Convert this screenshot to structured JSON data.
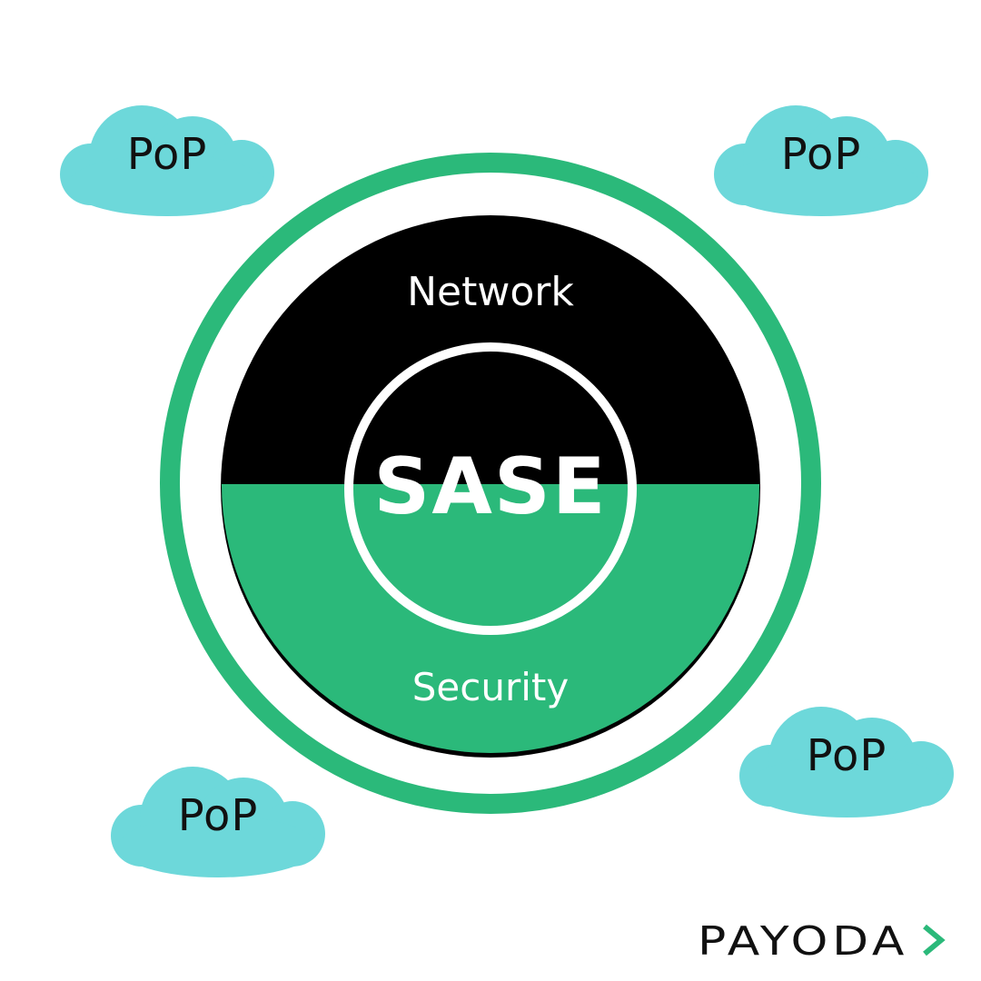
{
  "diagram": {
    "center_label": "SASE",
    "top_half_label": "Network",
    "bottom_half_label": "Security"
  },
  "pops": [
    {
      "label": "PoP"
    },
    {
      "label": "PoP"
    },
    {
      "label": "PoP"
    },
    {
      "label": "PoP"
    }
  ],
  "logo": {
    "text": "PAYODA"
  },
  "colors": {
    "accent_green": "#2bb97a",
    "cloud": "#6dd8da",
    "network_half": "#000000",
    "text_dark": "#111111",
    "text_light": "#ffffff"
  },
  "icons": {
    "cloud": "cloud-icon",
    "logo_arrow": "chevron-right-icon"
  }
}
